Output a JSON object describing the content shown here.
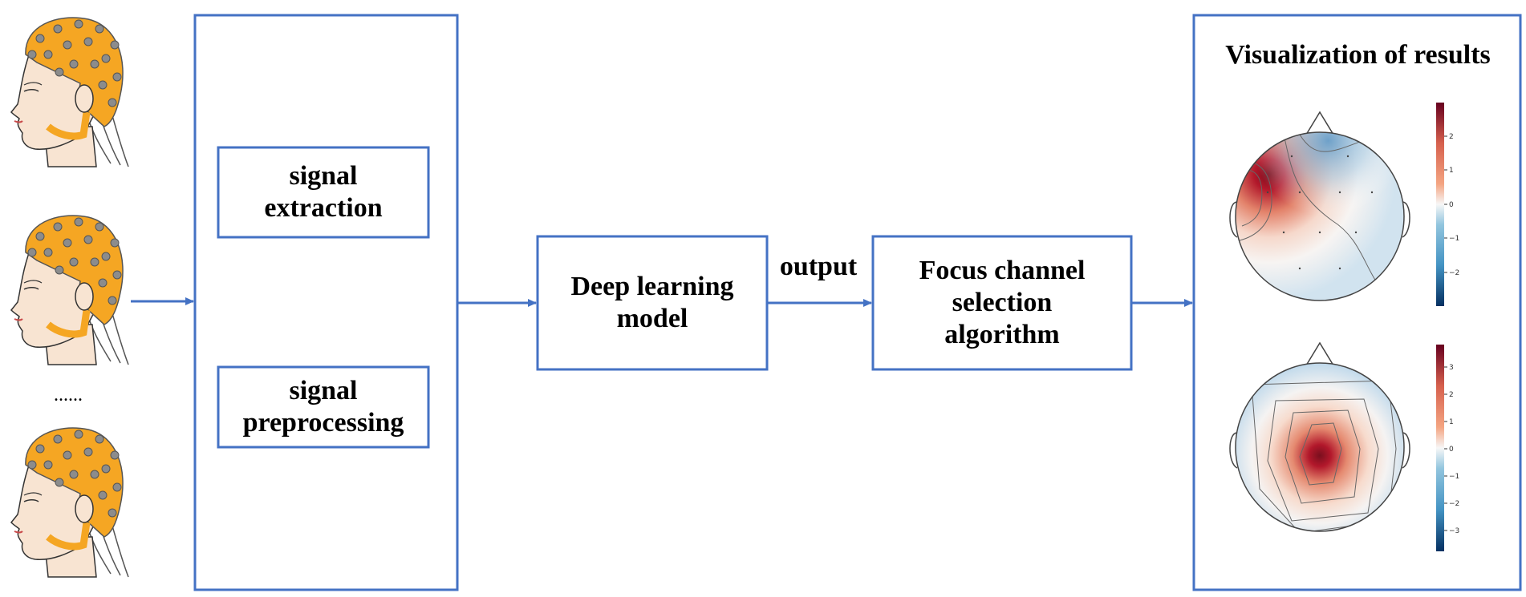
{
  "subjects": {
    "ellipsis": "......"
  },
  "panel_signal": {
    "box_extraction": {
      "line1": "signal",
      "line2": "extraction"
    },
    "box_preprocessing": {
      "line1": "signal",
      "line2": "preprocessing"
    }
  },
  "model": {
    "line1": "Deep learning",
    "line2": "model"
  },
  "edge_label": "output",
  "selection": {
    "line1": "Focus channel",
    "line2": "selection",
    "line3": "algorithm"
  },
  "results": {
    "title": "Visualization of results",
    "colorbar_top_ticks": [
      "2",
      "1",
      "0",
      "−1",
      "−2"
    ],
    "colorbar_bottom_ticks": [
      "3",
      "2",
      "1",
      "0",
      "−1",
      "−2",
      "−3"
    ]
  },
  "colors": {
    "box_border": "#4472C4",
    "arrow": "#4472C4",
    "cap_orange": "#F5A623",
    "skin": "#F8E4D2",
    "heat_red": "#B2182B",
    "heat_blue": "#2166AC"
  }
}
